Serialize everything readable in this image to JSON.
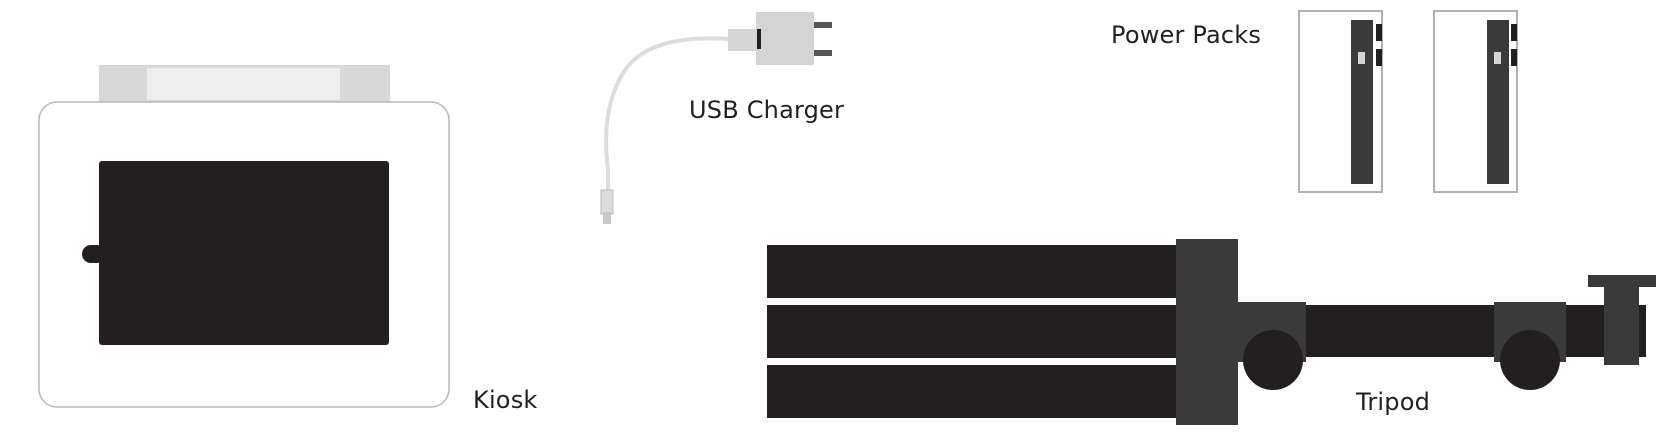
{
  "labels": {
    "kiosk": "Kiosk",
    "usb_charger": "USB Charger",
    "power_packs": "Power Packs",
    "tripod": "Tripod"
  },
  "colors": {
    "dark": "#231f20",
    "charcoal": "#3a3a3a",
    "light_gray": "#d4d4d4",
    "lighter_gray": "#e8e8e8",
    "outline": "#b0b0b0",
    "white": "#ffffff"
  }
}
